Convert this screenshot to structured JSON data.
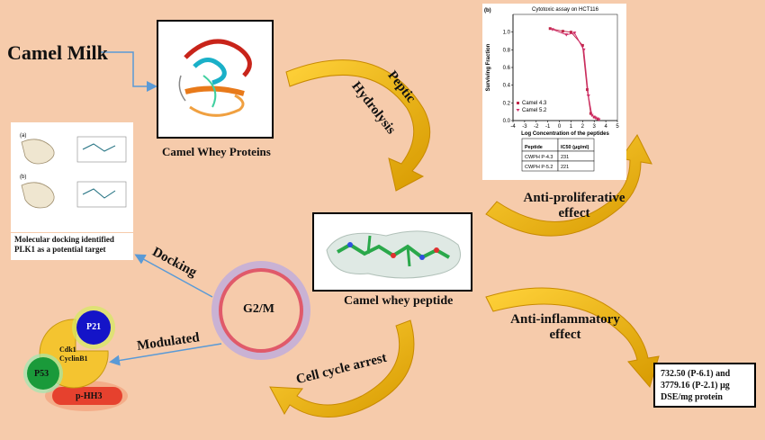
{
  "labels": {
    "camel_milk": "Camel Milk",
    "whey_proteins": "Camel Whey Proteins",
    "peptic": "Peptic",
    "hydrolysis": "Hydrolysis",
    "anti_proliferative_1": "Anti-proliferative",
    "anti_proliferative_2": "effect",
    "whey_peptide": "Camel whey peptide",
    "anti_inflammatory_1": "Anti-inflammatory",
    "anti_inflammatory_2": "effect",
    "inflammatory_result": "732.50 (P-6.1) and 3779.16 (P-2.1) μg DSE/mg protein",
    "docking": "Docking",
    "docking_caption": "Molecular docking identified PLK1 as a potential target",
    "g2m": "G2/M",
    "modulated": "Modulated",
    "cell_cycle_arrest": "Cell cycle arrest",
    "p21": "P21",
    "cdk1": "Cdk1",
    "cyclin": "CyclinB1",
    "p53": "P53",
    "phh3": "p-HH3",
    "panel_a": "(a)",
    "panel_b": "(b)",
    "chart_panel": "(b)"
  },
  "colors": {
    "background": "#f6cbab",
    "arrow_gold": "#e8b100",
    "p21": "#1414c8",
    "cdk1": "#f4c430",
    "p53": "#1a9a3a",
    "phh3": "#e6412e"
  },
  "chart_data": {
    "type": "scatter",
    "title": "Cytotoxic assay on HCT116",
    "xlabel": "Log Concentration of the peptides",
    "ylabel": "Surviving Fraction",
    "xlim": [
      -4,
      5
    ],
    "ylim": [
      0,
      1.2
    ],
    "xticks": [
      "-4",
      "-3",
      "-2",
      "-1",
      "0",
      "1",
      "2",
      "3",
      "4",
      "5"
    ],
    "yticks": [
      "0.0",
      "0.2",
      "0.4",
      "0.6",
      "0.8",
      "1.0"
    ],
    "legend_position": "bottom-left",
    "series": [
      {
        "name": "Camel 4.3",
        "color": "#c0284a",
        "x": [
          -0.8,
          0.3,
          1.0,
          2.0,
          2.4,
          2.7,
          3.0,
          3.3
        ],
        "y": [
          1.04,
          1.01,
          1.0,
          0.85,
          0.35,
          0.08,
          0.04,
          0.02
        ]
      },
      {
        "name": "Camel 5.2",
        "color": "#d0306a",
        "x": [
          -0.6,
          0.6,
          1.3,
          2.1,
          2.5,
          2.8,
          3.1,
          3.4
        ],
        "y": [
          1.03,
          0.97,
          0.99,
          0.8,
          0.28,
          0.06,
          0.03,
          0.01
        ]
      }
    ],
    "table": {
      "headers": [
        "Peptide",
        "IC50 (μg/ml)"
      ],
      "rows": [
        [
          "CWPH P-4.3",
          "231"
        ],
        [
          "CWPH P-5.2",
          "221"
        ]
      ]
    }
  }
}
